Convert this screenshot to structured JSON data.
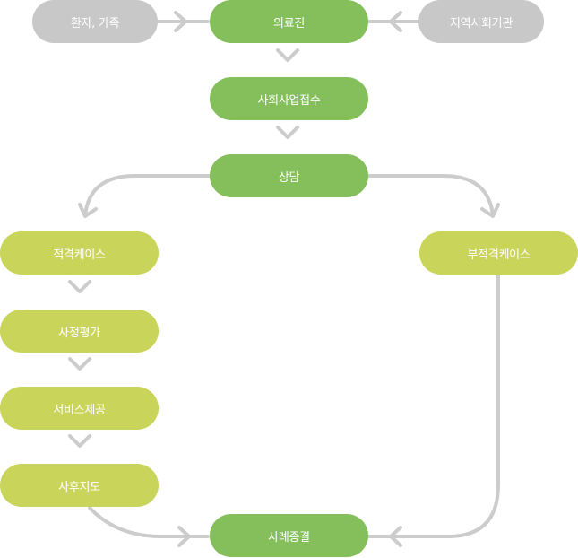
{
  "diagram": {
    "colors": {
      "input_node": "#c8c8c8",
      "main_node": "#84bf5b",
      "branch_node": "#c9d45a",
      "connector": "#cccccc"
    },
    "inputs": {
      "patient_family": "환자, 가족",
      "community_agency": "지역사회기관"
    },
    "main": {
      "medical_staff": "의료진",
      "social_work_intake": "사회사업접수",
      "counseling": "상담",
      "case_closure": "사례종결"
    },
    "eligible_branch": {
      "eligible_case": "적격케이스",
      "assessment": "사정평가",
      "service_provision": "서비스제공",
      "follow_up": "사후지도"
    },
    "ineligible_branch": {
      "ineligible_case": "부적격케이스"
    }
  }
}
